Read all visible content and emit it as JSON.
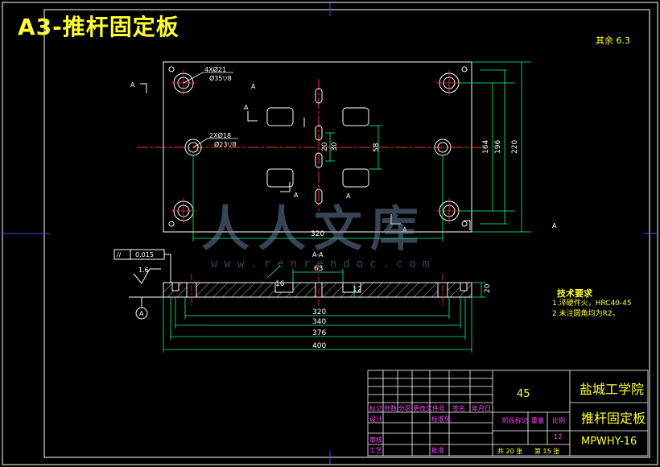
{
  "title": "A3-推杆固定板",
  "roughness": {
    "label": "其余",
    "value": "6.3"
  },
  "holes": {
    "large": "4XØ21",
    "large_cb": "Ø35▽8",
    "small": "2XØ18",
    "small_cb": "Ø23▽8"
  },
  "dims": {
    "top_width": "320",
    "h164": "164",
    "h196": "196",
    "h220": "220",
    "v58": "58",
    "v20": "20",
    "v30": "30",
    "s63": "63",
    "s16": "16",
    "s12": "12",
    "s20r": "20",
    "b320": "320",
    "b340": "340",
    "b376": "376",
    "b400": "400"
  },
  "section": {
    "label": "A-A",
    "a": "A"
  },
  "tolerance": {
    "sym": "//",
    "value": "0.015",
    "datum": "A",
    "rough": "1.6"
  },
  "tech": {
    "heading": "技术要求",
    "line1": "1.淬硬件火，HRC40-45",
    "line2": "2.未注圆角均为R2。"
  },
  "title_block": {
    "material": "45",
    "school": "盐城工学院",
    "part": "推杆固定板",
    "code": "MPWHY-16",
    "h_mark": "标记",
    "h_count": "处数",
    "h_zone": "分区",
    "h_doc": "更改文件号",
    "h_sign": "签名",
    "h_date": "年月日",
    "r_design": "设计",
    "r_std": "标准化",
    "r_check": "审核",
    "r_proc": "工艺",
    "r_approve": "批准",
    "c_stage": "阶段标记",
    "c_weight": "重量",
    "c_scale": "比例",
    "scale_val": "12",
    "sheets": "共 20 张",
    "sheet_no": "第 15 张"
  },
  "watermark": {
    "text": "人人文库",
    "url": "www.renrendoc.com"
  }
}
